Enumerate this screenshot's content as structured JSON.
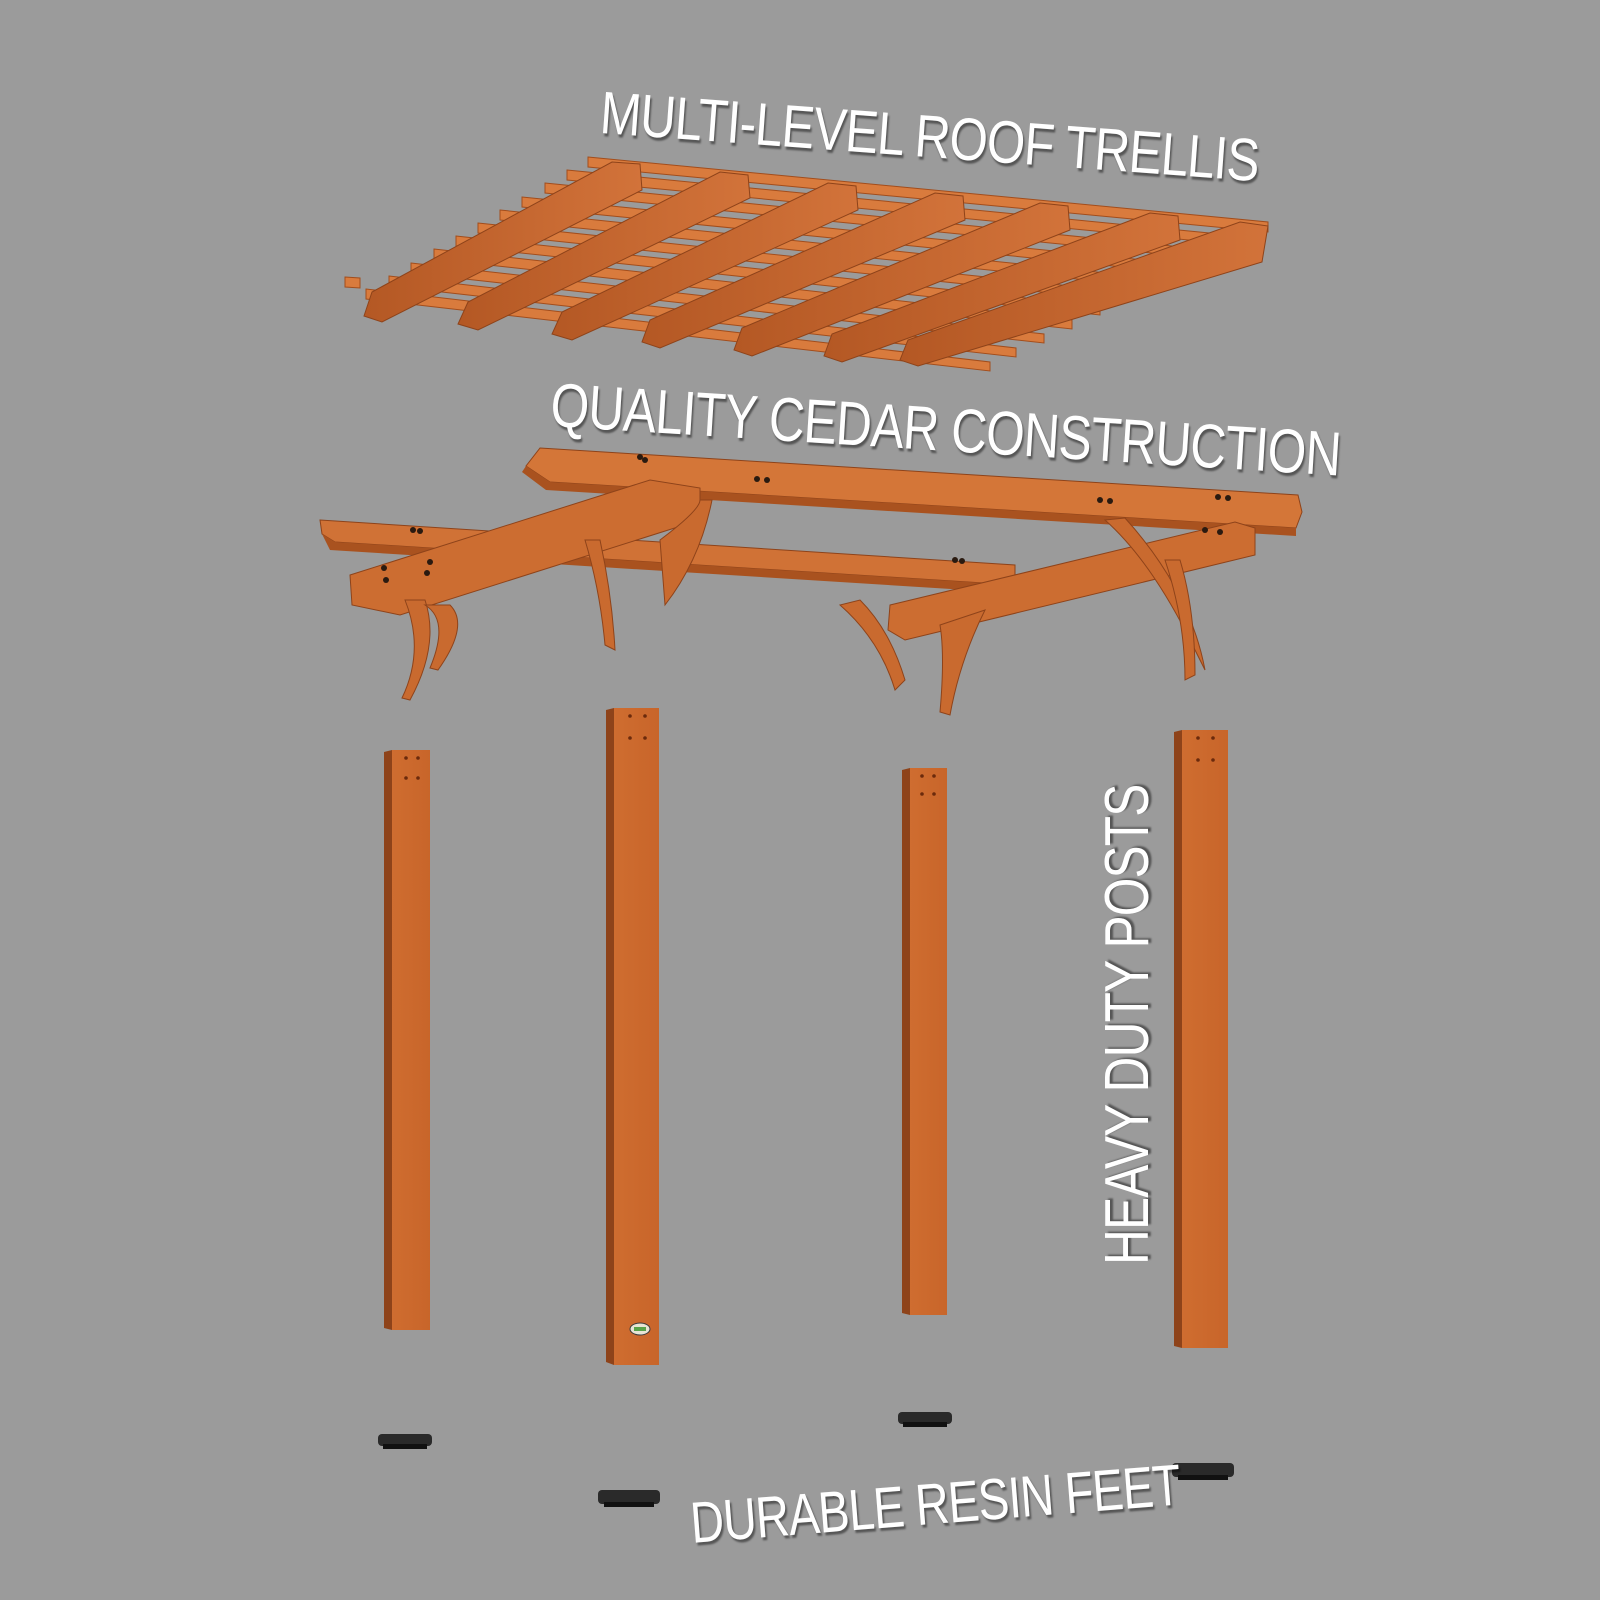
{
  "labels": {
    "roof": "MULTI-LEVEL ROOF TRELLIS",
    "cedar": "QUALITY CEDAR CONSTRUCTION",
    "posts": "HEAVY DUTY POSTS",
    "feet": "DURABLE RESIN FEET"
  },
  "colors": {
    "background": "#9b9b9b",
    "cedar_light": "#d77a3c",
    "cedar_mid": "#c1622a",
    "cedar_dark": "#8e431a",
    "resin": "#1e1e1e",
    "label_text": "#ffffff"
  },
  "components": {
    "roof_trellis_boards": 7,
    "posts": 4,
    "resin_feet": 4
  }
}
